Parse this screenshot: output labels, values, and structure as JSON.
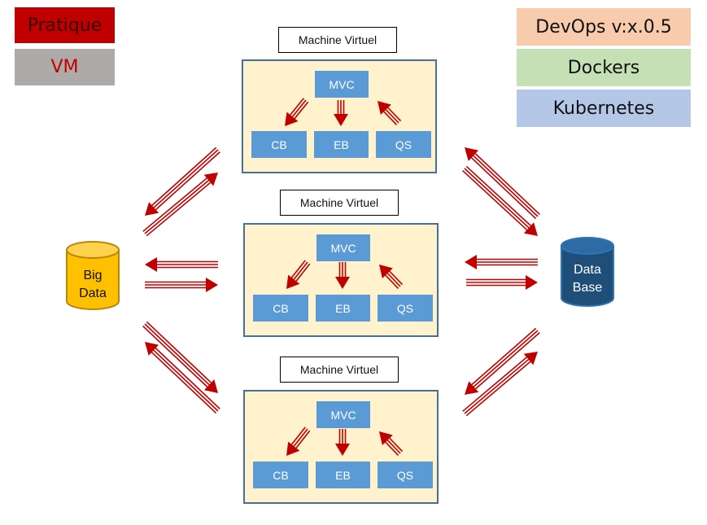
{
  "tags": {
    "pratique": "Pratique",
    "vm": "VM"
  },
  "legend": {
    "devops": "DevOps  v:x.0.5",
    "dockers": "Dockers",
    "kubernetes": "Kubernetes"
  },
  "machines": [
    {
      "label": "Machine Virtuel",
      "mvc": "MVC",
      "cb": "CB",
      "eb": "EB",
      "qs": "QS"
    },
    {
      "label": "Machine Virtuel",
      "mvc": "MVC",
      "cb": "CB",
      "eb": "EB",
      "qs": "QS"
    },
    {
      "label": "Machine Virtuel",
      "mvc": "MVC",
      "cb": "CB",
      "eb": "EB",
      "qs": "QS"
    }
  ],
  "bigdata": {
    "line1": "Big",
    "line2": "Data"
  },
  "database": {
    "line1": "Data",
    "line2": "Base"
  },
  "colors": {
    "arrow": "#c00000",
    "vm_fill": "#fff2cc",
    "vm_border": "#41719c",
    "component": "#5b9bd5",
    "bigdata_fill": "#ffc000",
    "bigdata_stroke": "#b8860b",
    "database_fill": "#1f4e79",
    "database_stroke": "#2e75b6"
  },
  "icons": {
    "bigdata": "cylinder-icon",
    "database": "cylinder-icon",
    "arrows": "striped-arrow-icon"
  }
}
